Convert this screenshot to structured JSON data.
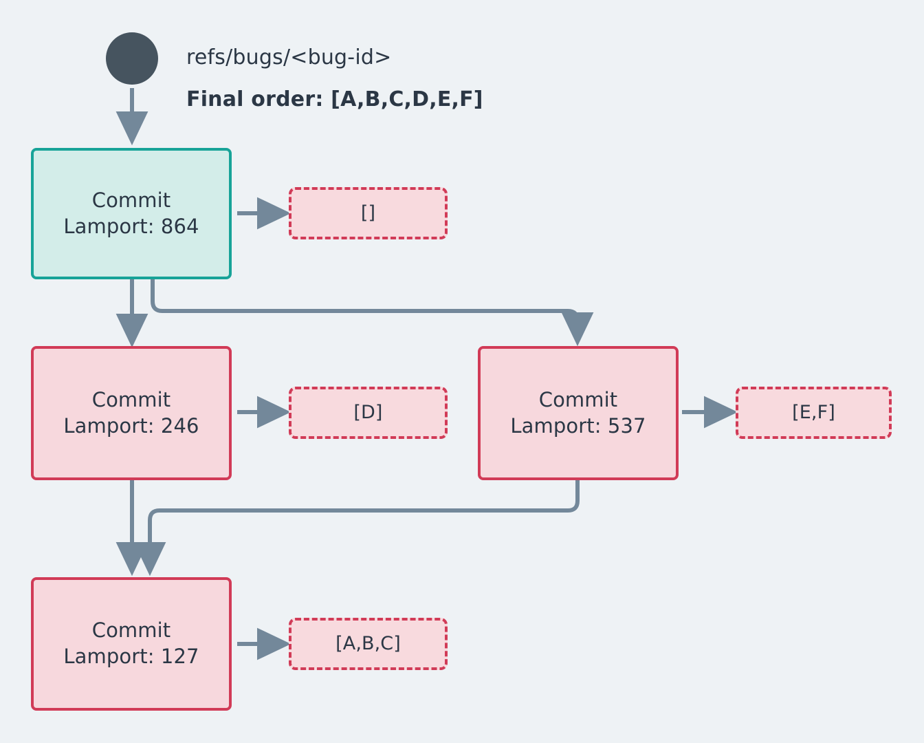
{
  "diagram": {
    "background_color": "#eef2f5",
    "title_ref": "refs/bugs/<bug-id>",
    "final_order_label": "Final order: [A,B,C,D,E,F]",
    "root_node_name": "start-dot",
    "colors": {
      "background": "#eef2f5",
      "start_fill": "#d3ede9",
      "start_border": "#17a398",
      "commit_fill": "#f7d8dd",
      "commit_border": "#d13b57",
      "order_fill": "#f8dade",
      "order_border": "#d13b57",
      "edge": "#73889a",
      "text": "#2b3745",
      "root_dot": "#46545f"
    }
  },
  "nodes": [
    {
      "id": "commit-864",
      "kind": "start",
      "line1": "Commit",
      "line2": "Lamport: 864",
      "lamport": 864
    },
    {
      "id": "commit-246",
      "kind": "commit",
      "line1": "Commit",
      "line2": "Lamport: 246",
      "lamport": 246
    },
    {
      "id": "commit-537",
      "kind": "commit",
      "line1": "Commit",
      "line2": "Lamport: 537",
      "lamport": 537
    },
    {
      "id": "commit-127",
      "kind": "commit",
      "line1": "Commit",
      "line2": "Lamport: 127",
      "lamport": 127
    }
  ],
  "order_boxes": [
    {
      "id": "order-864",
      "value": "[]",
      "for": "commit-864"
    },
    {
      "id": "order-246",
      "value": "[D]",
      "for": "commit-246"
    },
    {
      "id": "order-537",
      "value": "[E,F]",
      "for": "commit-537"
    },
    {
      "id": "order-127",
      "value": "[A,B,C]",
      "for": "commit-127"
    }
  ],
  "edges": [
    {
      "from": "start-dot",
      "to": "commit-864"
    },
    {
      "from": "commit-864",
      "to": "commit-246"
    },
    {
      "from": "commit-864",
      "to": "commit-537"
    },
    {
      "from": "commit-246",
      "to": "commit-127"
    },
    {
      "from": "commit-537",
      "to": "commit-127"
    },
    {
      "from": "commit-864",
      "to": "order-864"
    },
    {
      "from": "commit-246",
      "to": "order-246"
    },
    {
      "from": "commit-537",
      "to": "order-537"
    },
    {
      "from": "commit-127",
      "to": "order-127"
    }
  ]
}
